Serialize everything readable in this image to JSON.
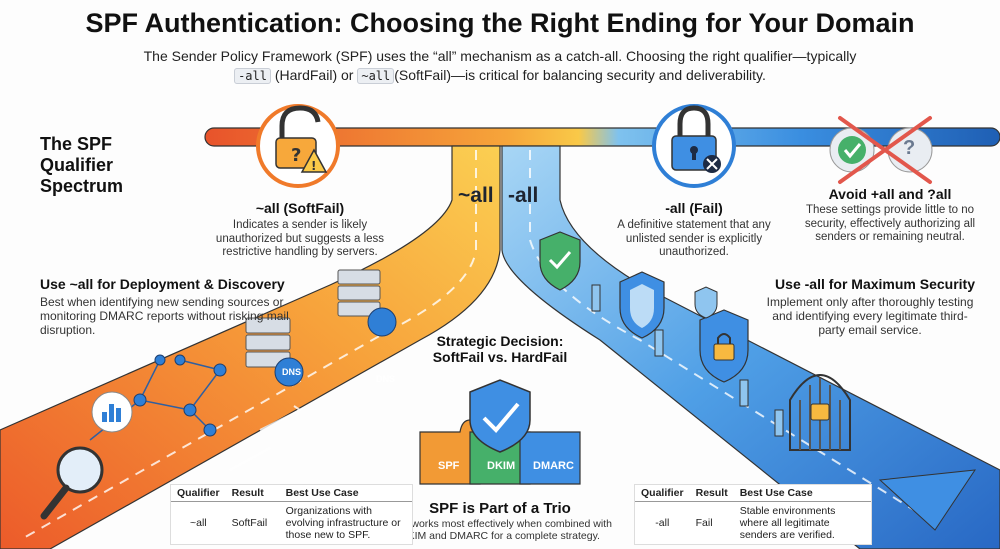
{
  "title": "SPF Authentication: Choosing the Right Ending for Your Domain",
  "subtitle": {
    "part1": "The Sender Policy Framework (SPF) uses the “all” mechanism as a catch-all. Choosing the right qualifier—typically",
    "code1": "-all",
    "part2": "(HardFail) or",
    "code2": "~all",
    "part3": "(SoftFail)—is critical for balancing security and deliverability."
  },
  "spectrum_heading": "The SPF Qualifier Spectrum",
  "road_labels": {
    "soft": "~all",
    "hard": "-all"
  },
  "softfail": {
    "heading": "~all (SoftFail)",
    "text": "Indicates a sender is likely unauthorized but suggests a less restrictive handling by servers."
  },
  "fail": {
    "heading": "-all (Fail)",
    "text": "A definitive statement that any unlisted sender is explicitly unauthorized."
  },
  "avoid": {
    "heading": "Avoid +all and ?all",
    "text": "These settings provide little to no security, effectively authorizing all senders or remaining neutral."
  },
  "deploy": {
    "heading": "Use ~all for Deployment & Discovery",
    "text": "Best when identifying new sending sources or monitoring DMARC reports without risking mail disruption."
  },
  "maxsec": {
    "heading": "Use -all for Maximum Security",
    "text": "Implement only after thoroughly testing and identifying every legitimate third-party email service."
  },
  "decision": {
    "line1": "Strategic Decision:",
    "line2": "SoftFail vs. HardFail"
  },
  "trio": {
    "heading": "SPF is Part of a Trio",
    "text": "SPF works most effectively when combined with DKIM and DMARC for a complete strategy.",
    "pieces": [
      "SPF",
      "DKIM",
      "DMARC"
    ]
  },
  "table_headers": [
    "Qualifier",
    "Result",
    "Best Use Case"
  ],
  "table_left": {
    "qualifier": "~all",
    "result": "SoftFail",
    "use": "Organizations with evolving infrastructure or those new to SPF."
  },
  "table_right": {
    "qualifier": "-all",
    "result": "Fail",
    "use": "Stable environments where all legitimate senders are verified."
  },
  "icons": {
    "dns1": "DNS",
    "dns2": "DNS",
    "question": "?"
  },
  "colors": {
    "orange": "#f07a2a",
    "yellow": "#f7b940",
    "blue": "#2f7fd6",
    "lightblue": "#8fc5ef",
    "green": "#46b06a",
    "red": "#e2574c"
  }
}
